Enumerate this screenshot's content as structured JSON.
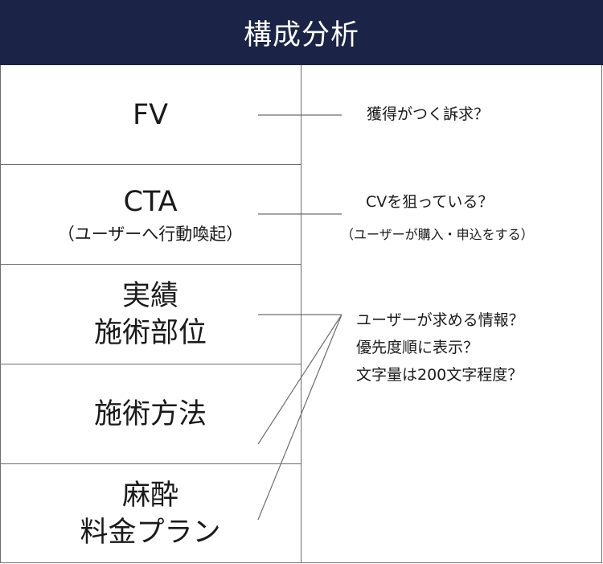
{
  "header": {
    "title": "構成分析"
  },
  "sections": [
    {
      "title": "FV",
      "subtitle": ""
    },
    {
      "title": "CTA",
      "subtitle": "（ユーザーへ行動喚起）"
    },
    {
      "title_line1": "実績",
      "title_line2": "施術部位"
    },
    {
      "title": "施術方法"
    },
    {
      "title_line1": "麻酔",
      "title_line2": "料金プラン"
    }
  ],
  "notes": {
    "fv": "獲得がつく訴求？",
    "cta": "CVを狙っている？",
    "cta_sub": "（ユーザーが購入・申込をする）",
    "content_line1": "ユーザーが求める情報？",
    "content_line2": "優先度順に表示？",
    "content_line3": "文字量は200文字程度？"
  },
  "colors": {
    "header_bg": "#1b2346",
    "header_text": "#ffffff",
    "border": "#6e6e6e",
    "connector": "#6e6e6e"
  }
}
